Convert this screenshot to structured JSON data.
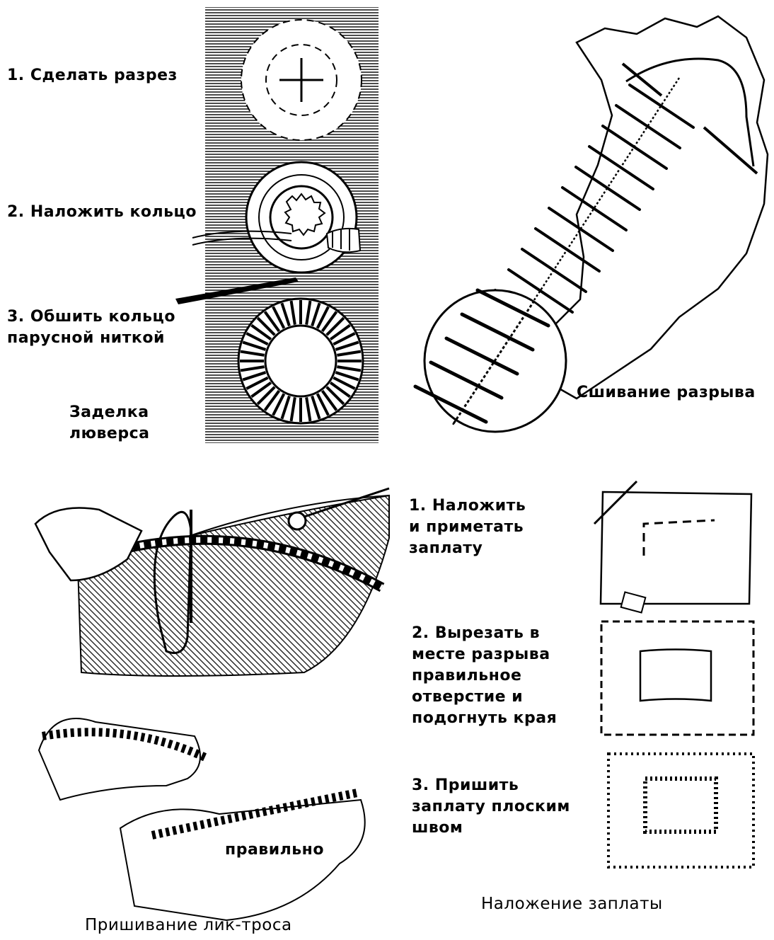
{
  "grommet": {
    "step1": "1. Сделать разрез",
    "step2": "2. Наложить кольцо",
    "step3_line1": "3. Обшить кольцо",
    "step3_line2": "парусной ниткой",
    "caption_line1": "Заделка",
    "caption_line2": "люверса"
  },
  "tear": {
    "caption": "Сшивание разрыва"
  },
  "boltrope": {
    "label_correct": "правильно",
    "caption": "Пришивание лик-троса"
  },
  "patch": {
    "step1_line1": "1. Наложить",
    "step1_line2": "и приметать",
    "step1_line3": "заплату",
    "step2_line1": "2. Вырезать в",
    "step2_line2": "месте разрыва",
    "step2_line3": "правильное",
    "step2_line4": "отверстие и",
    "step2_line5": "подогнуть края",
    "step3_line1": "3. Пришить",
    "step3_line2": "заплату плоским",
    "step3_line3": "швом",
    "caption": "Наложение заплаты"
  }
}
